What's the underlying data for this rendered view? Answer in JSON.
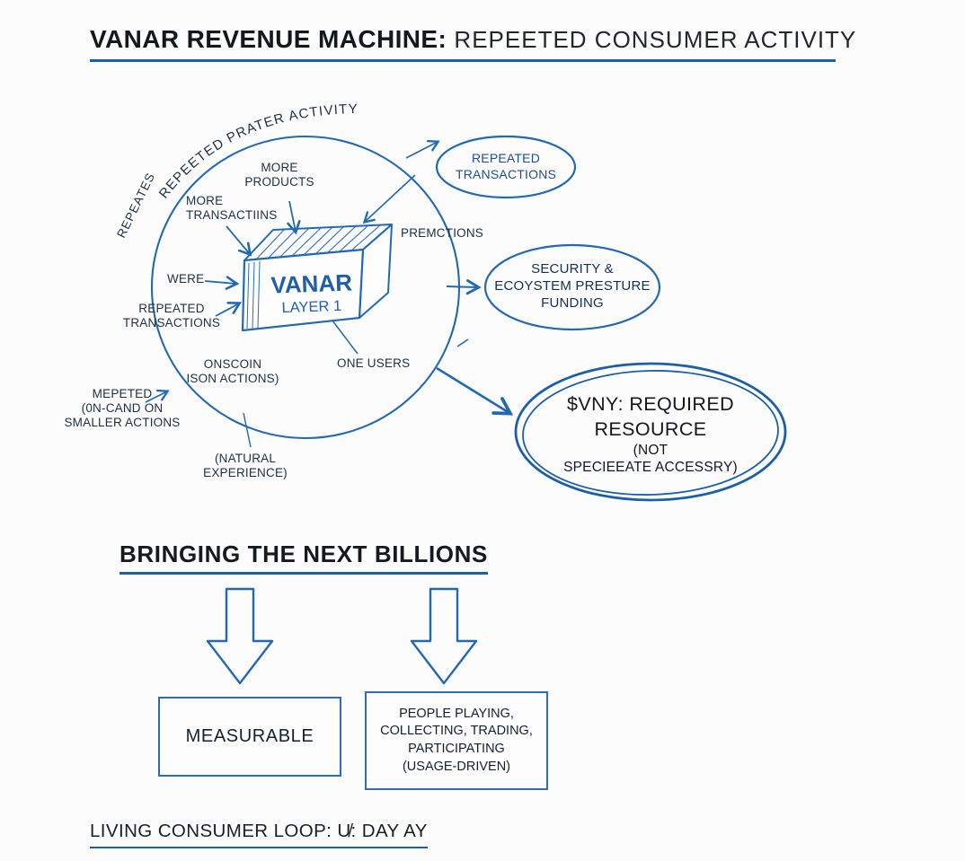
{
  "colors": {
    "accent_blue": "#2268b2",
    "underline_blue": "#1d5fae",
    "ink": "#1e2f42",
    "black": "#14171c"
  },
  "title": {
    "strong": "VANAR REVENUE MACHINE:",
    "light": " REPEETED CONSUMER ACTIVITY"
  },
  "diagram": {
    "arc_label": "REPEETED PRATER ACTIVITY",
    "repeates_label": "REPEATES",
    "box": {
      "name": "VANAR",
      "layer": "LAYER 1"
    },
    "more_products": [
      "MORE",
      "PRODUCTS"
    ],
    "more_transactions": [
      "MORE",
      "TRANSACTIINS"
    ],
    "were": "WERE",
    "repeated_transactions": [
      "REPEATED",
      "TRANSACTIONS"
    ],
    "onscoin": [
      "ONSCOIN",
      "ISON ACTIONS)"
    ],
    "one_users": "ONE USERS",
    "premctions": "PREMCTIONS",
    "mepeted": [
      "MEPETED",
      "(0N-CAND ON",
      "SMALLER ACTIONS"
    ],
    "natural": [
      "(NATURAL",
      "EXPERIENCE)"
    ],
    "ellipse_repeated": [
      "REPEATED",
      "TRANSACTIONS"
    ],
    "ellipse_security": [
      "SECURITY &",
      "ECOYSTEM PRESTURE",
      "FUNDING"
    ],
    "ellipse_vny": {
      "big": [
        "$VNY: REQUIRED",
        "RESOURCE"
      ],
      "small": [
        "(NOT",
        "SPECIEEATE ACCESSRY)"
      ]
    }
  },
  "section2": {
    "heading": "BRINGING THE NEXT BILLIONS",
    "box_measurable": "MEASURABLE",
    "box_people": [
      "PEOPLE PLAYING,",
      "COLLECTING, TRADING,",
      "PARTICIPATING",
      "(USAGE-DRIVEN)"
    ]
  },
  "footer": {
    "text": "LIVING  CONSUMER LOOP:  U̸: DAY AY"
  }
}
